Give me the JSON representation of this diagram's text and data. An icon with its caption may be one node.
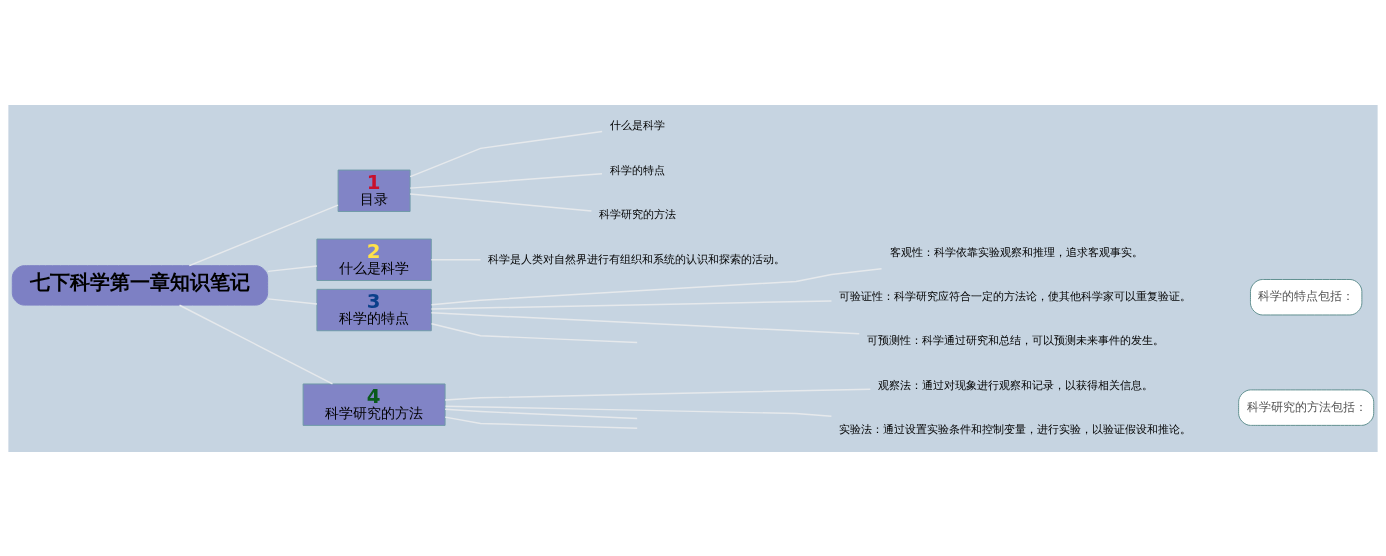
{
  "diagram": {
    "nodes": [
      {
        "text": [
          "七下科学第一章知识笔记"
        ]
      },
      {
        "text": [
          "1",
          "目录"
        ]
      },
      {
        "text": [
          "什么是科学"
        ]
      },
      {
        "text": [
          "科学的特点"
        ]
      },
      {
        "text": [
          "科学研究的方法"
        ]
      },
      {
        "text": [
          "2",
          "什么是科学"
        ]
      },
      {
        "text": [
          "科学是人类对自然界进行有组织和系统的认识和探索的活动。"
        ]
      },
      {
        "text": [
          "3",
          "科学的特点"
        ]
      },
      {
        "text": [
          "客观性：科学依靠实验观察和推理，追求客观事实。"
        ]
      },
      {
        "text": [
          "可验证性：科学研究应符合一定的方法论，使其他科学家可以重复验证。"
        ]
      },
      {
        "text": [
          "可预测性：科学通过研究和总结，可以预测未来事件的发生。"
        ]
      },
      {
        "text": [
          "科学的特点包括："
        ]
      },
      {
        "text": [
          "4",
          "科学研究的方法"
        ]
      },
      {
        "text": [
          "观察法：通过对现象进行观察和记录，以获得相关信息。"
        ]
      },
      {
        "text": [
          "实验法：通过设置实验条件和控制变量，进行实验，以验证假设和推论。"
        ]
      },
      {
        "text": [
          "科学研究的方法包括："
        ]
      }
    ],
    "edges": [
      {
        "from": 0,
        "to": 1,
        "arrow": "none"
      },
      {
        "from": 0,
        "to": 5,
        "arrow": "none"
      },
      {
        "from": 0,
        "to": 7,
        "arrow": "none"
      },
      {
        "from": 0,
        "to": 12,
        "arrow": "none"
      },
      {
        "from": 1,
        "to": 2,
        "arrow": "none"
      },
      {
        "from": 1,
        "to": 3,
        "arrow": "none"
      },
      {
        "from": 1,
        "to": 4,
        "arrow": "none"
      },
      {
        "from": 5,
        "to": 6,
        "arrow": "none"
      },
      {
        "from": 7,
        "to": 8,
        "arrow": "none"
      },
      {
        "from": 7,
        "to": 9,
        "arrow": "none"
      },
      {
        "from": 7,
        "to": 10,
        "arrow": "none"
      },
      {
        "from": 7,
        "to": null,
        "arrow": "none"
      },
      {
        "from": 12,
        "to": 13,
        "arrow": "none"
      },
      {
        "from": 12,
        "to": 14,
        "arrow": "none"
      },
      {
        "from": 12,
        "to": null,
        "arrow": "none"
      },
      {
        "from": 12,
        "to": null,
        "arrow": "none"
      }
    ]
  }
}
